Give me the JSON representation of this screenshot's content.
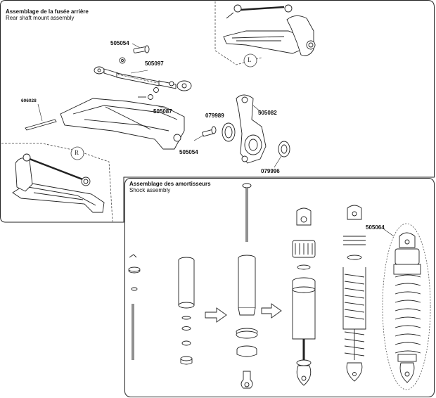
{
  "rear_section": {
    "title": "Assemblage de la fusée arrière",
    "subtitle": "Rear shaft mount assembly",
    "parts": {
      "p505054a": "505054",
      "p505097": "505097",
      "p606028": "606028",
      "p505087": "505087",
      "p079989": "079989",
      "p505082": "505082",
      "p505054b": "505054",
      "p079996": "079996"
    },
    "view_left": "L",
    "view_right": "R"
  },
  "shock_section": {
    "title": "Assemblage des amortisseurs",
    "subtitle": "Shock assembly",
    "parts": {
      "p505064": "505064"
    }
  }
}
